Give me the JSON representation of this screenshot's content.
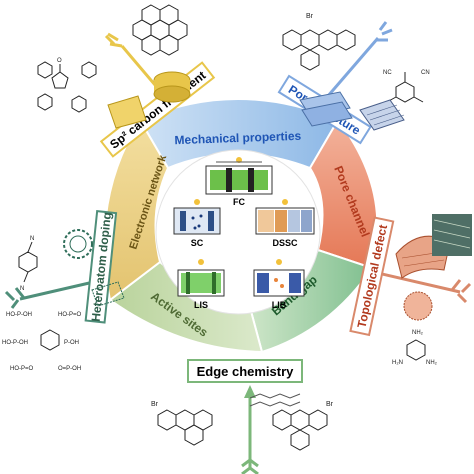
{
  "diagram": {
    "outer_labels": {
      "sp2": "Sp² carbon fragment",
      "pore_structure": "Pore structure",
      "heteroatom": "Heteroatom doping",
      "topological": "Topological defect",
      "edge": "Edge chemistry"
    },
    "ring_labels": {
      "mechanical": "Mechanical properties",
      "pore_channel": "Pore channel",
      "electronic": "Electronic network",
      "active_sites": "Active sites",
      "band_gap": "Band gap"
    },
    "devices": {
      "fc": "FC",
      "sc": "SC",
      "dssc": "DSSC",
      "lis": "LIS",
      "lib": "LIB"
    },
    "colors": {
      "mechanical": "#9fc3e8",
      "pore_channel": "#e9846a",
      "band_gap": "#8fc39a",
      "active_sites": "#b5cf9a",
      "electronic": "#e9cf8a",
      "sp2": "#e8c64a",
      "pore_structure": "#7fa7de",
      "heteroatom": "#4f8f7a",
      "topological": "#d9896b",
      "edge": "#7cb77a"
    }
  }
}
